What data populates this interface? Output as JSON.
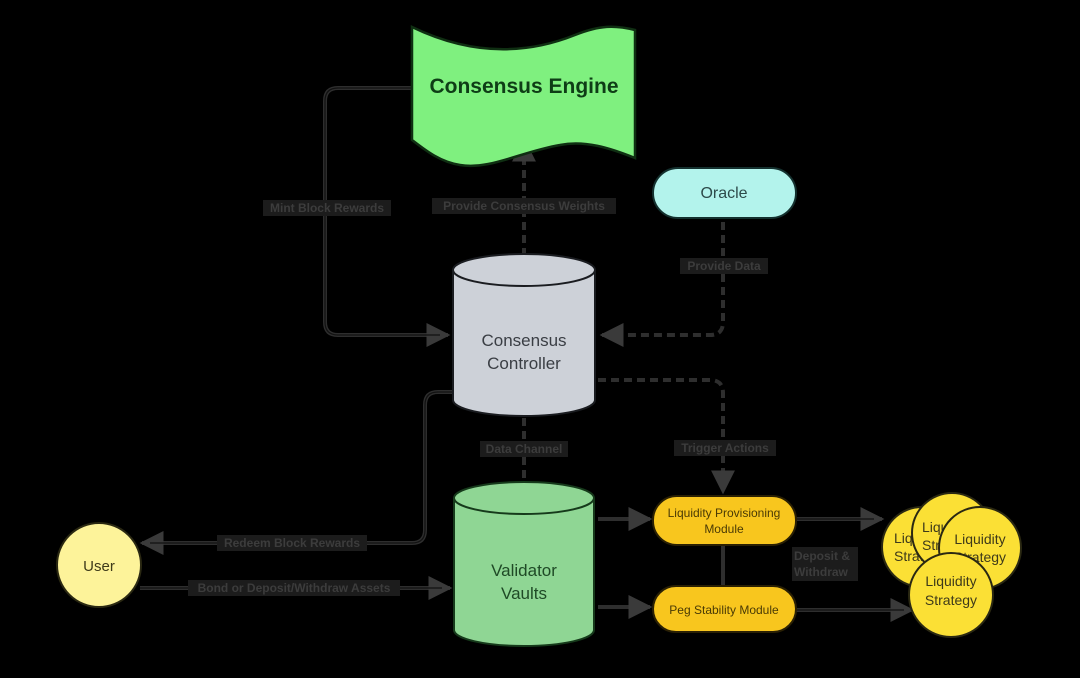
{
  "diagram": {
    "background": "#000000",
    "nodes": {
      "consensus_engine": {
        "label": "Consensus Engine",
        "fill": "#7ff07f",
        "text_color": "#0e3d16"
      },
      "oracle": {
        "label": "Oracle",
        "fill": "#b3f3ec",
        "text_color": "#2d4a4a"
      },
      "consensus_controller": {
        "line1": "Consensus",
        "line2": "Controller",
        "fill": "#cdd1d8",
        "text_color": "#3a3e44"
      },
      "validator_vaults": {
        "line1": "Validator",
        "line2": "Vaults",
        "fill": "#8fd694",
        "text_color": "#1f4a26"
      },
      "user": {
        "label": "User",
        "fill": "#fdf39a",
        "text_color": "#3e3a1a"
      },
      "liquidity_provisioning_module": {
        "line1": "Liquidity Provisioning",
        "line2": "Module",
        "fill": "#f8c61e",
        "text_color": "#4a3a05"
      },
      "peg_stability_module": {
        "label": "Peg Stability Module",
        "fill": "#f8c61e",
        "text_color": "#4a3a05"
      },
      "liquidity_strategies": [
        {
          "line1": "Liquidity",
          "line2": "Strategy"
        },
        {
          "line1": "Liquidity",
          "line2": "Strategy"
        },
        {
          "line1": "Liquidity",
          "line2": "Strategy"
        },
        {
          "line1": "Liquidity",
          "line2": "Strategy"
        }
      ],
      "strategy_fill": "#fbe035",
      "strategy_text_color": "#3e3a1a"
    },
    "edges": {
      "mint_block_rewards": "Mint Block Rewards",
      "provide_consensus_weights": "Provide Consensus Weights",
      "provide_data": "Provide Data",
      "data_channel": "Data Channel",
      "trigger_actions": "Trigger Actions",
      "redeem_block_rewards": "Redeem Block Rewards",
      "bond_deposit_withdraw": "Bond or Deposit/Withdraw Assets",
      "deposit_withdraw_line1": "Deposit &",
      "deposit_withdraw_line2": "Withdraw"
    }
  }
}
